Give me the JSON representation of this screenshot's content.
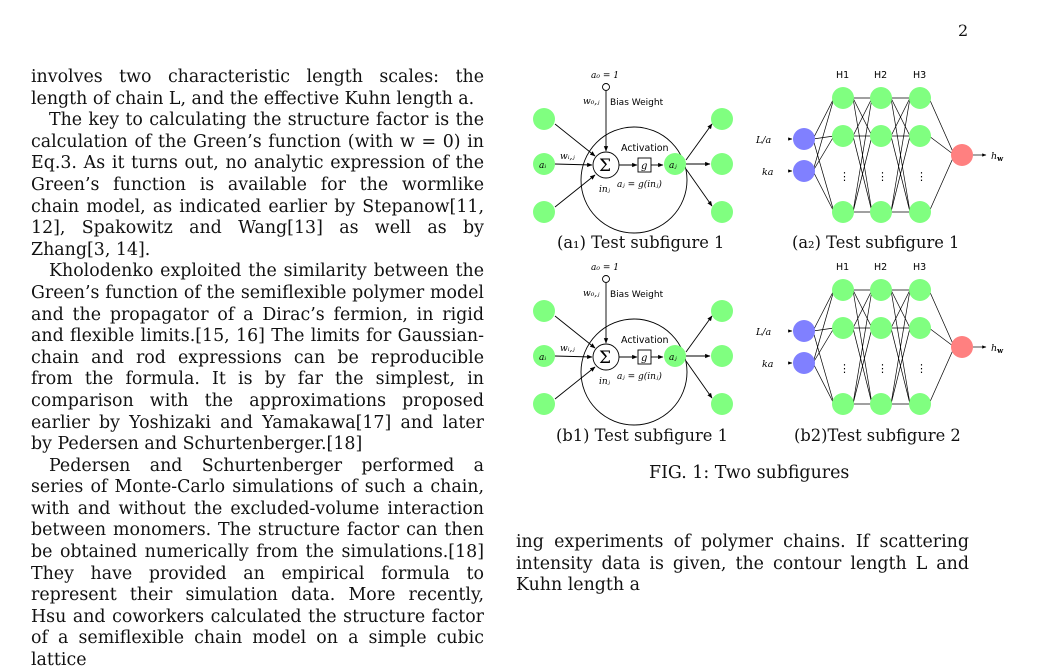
{
  "page_number": "2",
  "left_column": {
    "paragraphs": [
      "involves two characteristic length scales: the length of chain L, and the effective Kuhn length a.",
      "The key to calculating the structure factor is the calculation of the Green’s function (with w = 0) in Eq.3. As it turns out, no analytic expression of the Green’s function is available for the wormlike chain model, as indicated earlier by Stepanow[11, 12], Spakowitz and Wang[13] as well as by Zhang[3, 14].",
      "Kholodenko exploited the similarity between the Green’s function of the semiflexible polymer model and the propagator of a Dirac’s fermion, in rigid and flexible limits.[15, 16] The limits for Gaussian-chain and rod expressions can be reproducible from the formula. It is by far the simplest, in comparison with the approximations proposed earlier by Yoshizaki and Yamakawa[17] and later by Pedersen and Schurtenberger.[18]",
      "Pedersen and Schurtenberger performed a series of Monte-Carlo simulations of such a chain, with and without the excluded-volume interaction between monomers. The structure factor can then be obtained numerically from the simulations.[18] They have provided an empirical formula to represent their simulation data. More recently, Hsu and coworkers calculated the structure factor of a semiflexible chain model on a simple cubic lattice"
    ]
  },
  "figure": {
    "neuron_labels": {
      "bias_input": "a₀ = 1",
      "bias_weight_symbol": "w₀,ⱼ",
      "bias_weight": "Bias Weight",
      "activation": "Activation",
      "sum": "Σ",
      "func": "g",
      "input": "aᵢ",
      "weight": "wᵢ,ⱼ",
      "output": "aⱼ",
      "in_label": "inⱼ",
      "eq": "aⱼ = g(inⱼ)"
    },
    "network_labels": {
      "h1": "H1",
      "h2": "H2",
      "h3": "H3",
      "input1": "L/a",
      "input2": "ka",
      "output": "h",
      "output_sub": "w",
      "dots": "⋮"
    },
    "subcaptions": {
      "a1": "(a₁) Test subfigure 1",
      "a2": "(a₂) Test subfigure 1",
      "b1": "(b1) Test subfigure 1",
      "b2": "(b2)Test subfigure 2"
    },
    "caption": "FIG. 1: Two subfigures",
    "colors": {
      "green": "#80ff80",
      "blue": "#8080ff",
      "red": "#ff8080"
    }
  },
  "right_column": {
    "paragraphs": [
      "ing experiments of polymer chains. If scattering intensity data is given, the contour length L and Kuhn length a"
    ]
  }
}
